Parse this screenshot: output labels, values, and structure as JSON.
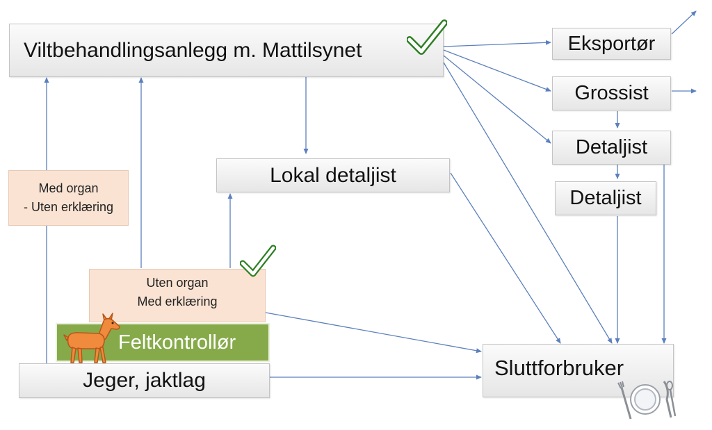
{
  "nodes": {
    "plant": "Viltbehandlingsanlegg m. Mattilsynet",
    "exporter": "Eksportør",
    "wholesaler": "Grossist",
    "retailer1": "Detaljist",
    "retailer2": "Detaljist",
    "local_retailer": "Lokal detaljist",
    "end_consumer": "Sluttforbruker",
    "hunter": "Jeger, jaktlag"
  },
  "notes": {
    "with_organ_line1": "Med organ",
    "with_organ_line2": "- Uten erklæring",
    "without_organ_line1": "Uten organ",
    "without_organ_line2": "Med erklæring"
  },
  "field_controller": "Feltkontrollør",
  "icons": {
    "checkmark": "checkmark-icon",
    "deer": "deer-icon",
    "plate": "plate-cutlery-icon"
  },
  "colors": {
    "arrow": "#5b80bd",
    "check": "#3a9a2c",
    "note_fill": "#fae3d3",
    "field_fill": "#86aa4a",
    "deer": "#f08a3c"
  }
}
